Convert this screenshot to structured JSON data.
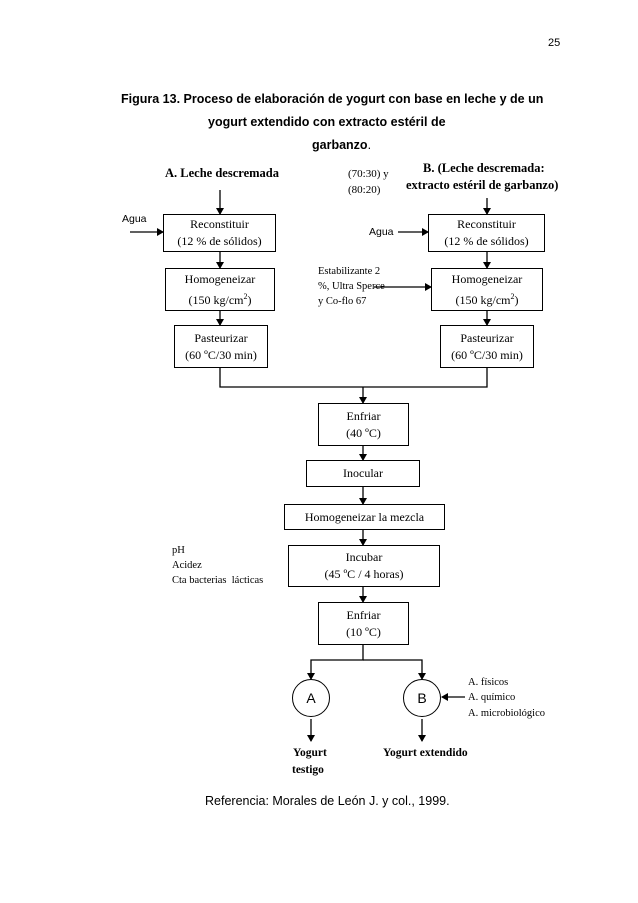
{
  "page_number": "25",
  "caption": {
    "line1": "Figura 13. Proceso de elaboración de yogurt con base en leche y de un",
    "line2": "yogurt extendido con extracto estéril de",
    "line3_bold": "garbanzo",
    "line3_tail": "."
  },
  "branch_a": {
    "title": "A. Leche descremada",
    "input": "Agua",
    "steps": [
      {
        "l1": "Reconstituir",
        "l2": "(12 % de sólidos)"
      },
      {
        "l1": "Homogeneizar",
        "l2": "(150 kg/cm",
        "sup": "2",
        "l2_tail": ")"
      },
      {
        "l1": "Pasteurizar",
        "l2": "(60 ºC/30 min)"
      }
    ]
  },
  "branch_b": {
    "title_prefix": "B. (",
    "title_bold": "Leche descremada:",
    "title_line2": "extracto estéril de garbanzo)",
    "ratio_line1": "(70:30) y",
    "ratio_line2": "(80:20)",
    "input": "Agua",
    "stabilizer": [
      "Estabilizante 2",
      "%, Ultra Sperce",
      "y Co-flo 67"
    ],
    "steps": [
      {
        "l1": "Reconstituir",
        "l2": "(12 % de sólidos)"
      },
      {
        "l1": "Homogeneizar",
        "l2": "(150 kg/cm",
        "sup": "2",
        "l2_tail": ")"
      },
      {
        "l1": "Pasteurizar",
        "l2": "(60 ºC/30 min)"
      }
    ]
  },
  "common": {
    "cool1": {
      "l1": "Enfriar",
      "l2": "(40 ºC)"
    },
    "inoculate": "Inocular",
    "homogenize_mix": "Homogeneizar la mezcla",
    "incubate": {
      "l1": "Incubar",
      "l2": "(45 ºC / 4 horas)"
    },
    "incubate_params": [
      "pH",
      "Acidez",
      "Cta bacterias  lácticas"
    ],
    "cool2": {
      "l1": "Enfriar",
      "l2": "(10 ºC)"
    }
  },
  "outputs": {
    "a": {
      "letter": "A",
      "label_line1": "Yogurt",
      "label_line2": "testigo"
    },
    "b": {
      "letter": "B",
      "label": "Yogurt extendido",
      "analyses": [
        "A. físicos",
        "A. químico",
        "A. microbiológico"
      ]
    }
  },
  "reference": "Referencia: Morales de León J. y col., 1999."
}
